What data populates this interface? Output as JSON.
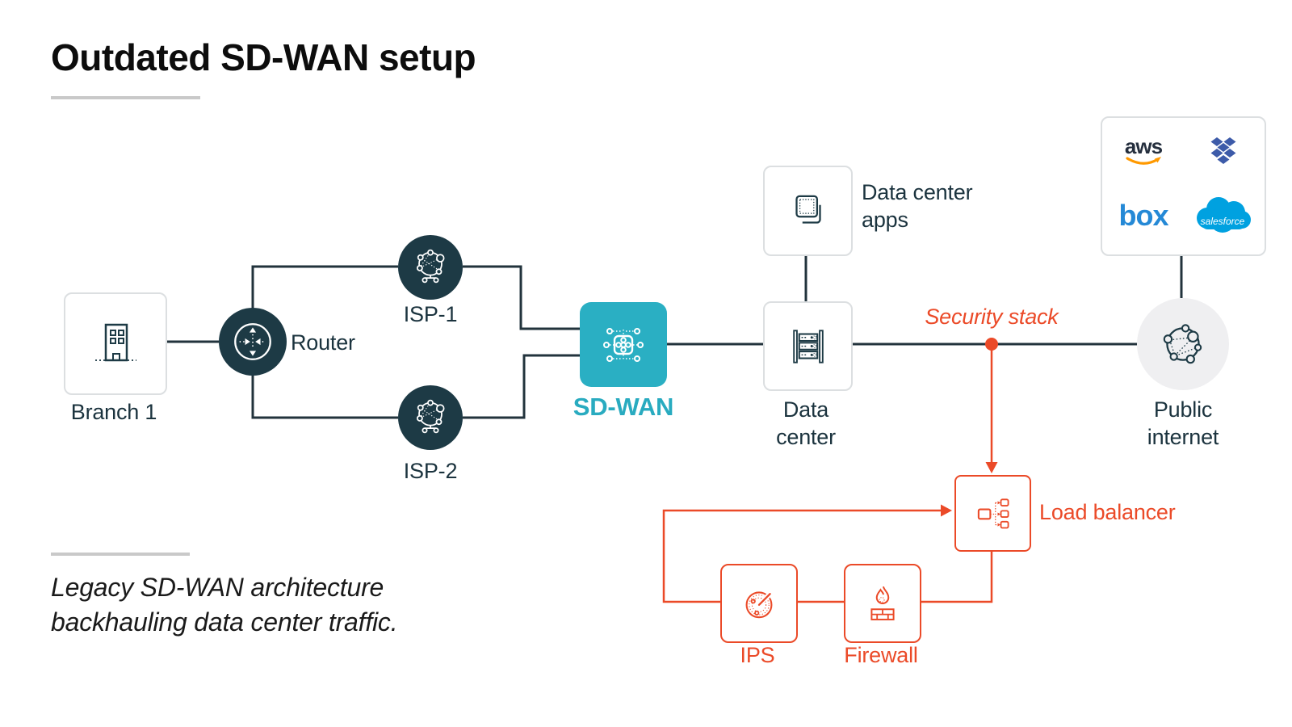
{
  "title": "Outdated SD-WAN setup",
  "caption": {
    "line1": "Legacy SD-WAN architecture",
    "line2": "backhauling data center traffic."
  },
  "nodes": {
    "branch": {
      "label": "Branch 1"
    },
    "router": {
      "label": "Router"
    },
    "isp1": {
      "label": "ISP-1"
    },
    "isp2": {
      "label": "ISP-2"
    },
    "sdwan": {
      "label": "SD-WAN"
    },
    "dc_apps": {
      "line1": "Data center",
      "line2": "apps"
    },
    "datacenter": {
      "line1": "Data",
      "line2": "center"
    },
    "security_stack": {
      "label": "Security stack"
    },
    "public_internet": {
      "line1": "Public",
      "line2": "internet"
    },
    "load_balancer": {
      "label": "Load balancer"
    },
    "ips": {
      "label": "IPS"
    },
    "firewall": {
      "label": "Firewall"
    }
  },
  "cloud_apps": {
    "aws": "aws",
    "dropbox": "dropbox",
    "box": "box",
    "salesforce": "salesforce"
  },
  "icons": {
    "branch": "building-icon",
    "router": "crossed-arrows-router-icon",
    "isp": "network-globe-icon",
    "sdwan": "mesh-nodes-icon",
    "dc_apps": "stacked-apps-icon",
    "datacenter": "server-rack-icon",
    "public_internet": "globe-network-icon",
    "load_balancer": "load-balancer-split-icon",
    "ips": "gauge-icon",
    "firewall": "flame-brick-wall-icon"
  },
  "colors": {
    "teal": "#2AAFC3",
    "dark_node": "#1D3A45",
    "orange": "#EB4A28",
    "connector": "#22333C",
    "panel_border": "#DCDFE1",
    "gray_circle": "#EFEFF1",
    "aws_text": "#252F3E",
    "aws_smile": "#FF9900",
    "dropbox_blue": "#3D5BA9",
    "box_blue": "#2589D6",
    "salesforce_blue": "#00A1E0"
  }
}
